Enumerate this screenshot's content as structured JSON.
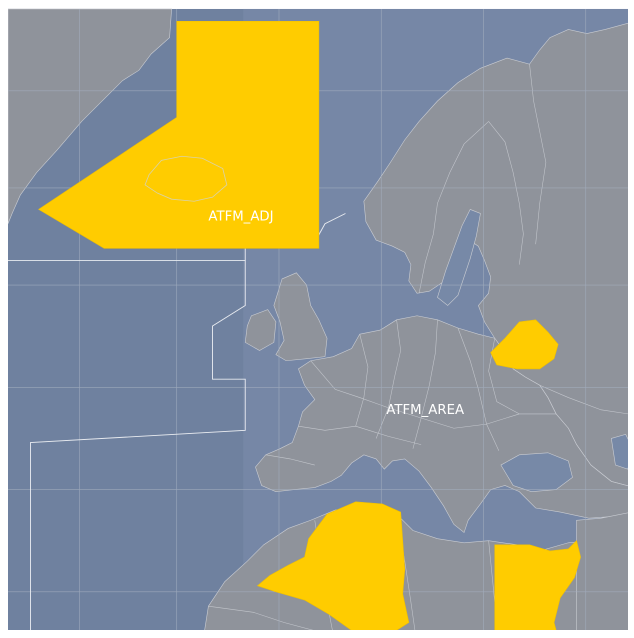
{
  "map": {
    "colors": {
      "sea": "#6f819f",
      "land": "#8f939b",
      "highlight": "#ffcc00",
      "grid": "#a5afc0",
      "border": "#c9ccd2",
      "label": "#ffffff"
    },
    "regions": [
      {
        "id": "atfm-adj",
        "label": "ATFM_ADJ"
      },
      {
        "id": "atfm-area",
        "label": "ATFM_AREA"
      }
    ],
    "highlighted_areas": [
      "iceland-sector",
      "belarus",
      "algeria",
      "egypt-sector"
    ]
  }
}
